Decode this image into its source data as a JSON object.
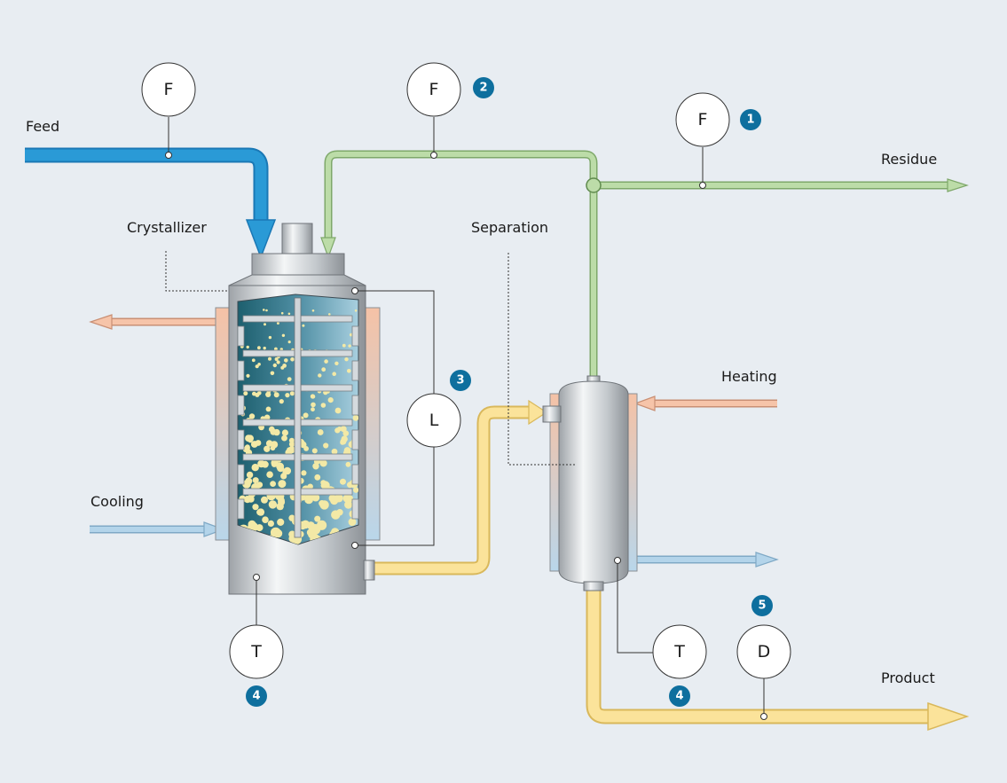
{
  "labels": {
    "feed": "Feed",
    "residue": "Residue",
    "crystallizer": "Crystallizer",
    "separation": "Separation",
    "heating": "Heating",
    "cooling": "Cooling",
    "product": "Product"
  },
  "instruments": {
    "feed_flow": "F",
    "return_flow": "F",
    "residue_flow": "F",
    "level": "L",
    "crystallizer_temp": "T",
    "separator_temp": "T",
    "product_density": "D"
  },
  "badges": {
    "residue_flow": "1",
    "return_flow": "2",
    "level": "3",
    "crystallizer_temp": "4",
    "separator_temp": "4",
    "product_density": "5"
  },
  "colors": {
    "background": "#e8edf2",
    "feed_pipe": "#2a9ad6",
    "return_pipe": "#bcdca8",
    "product_pipe": "#fbe39a",
    "heating_pipe": "#f6c4a9",
    "cooling_pipe": "#b3d4ea",
    "badge": "#0e6f9e"
  }
}
